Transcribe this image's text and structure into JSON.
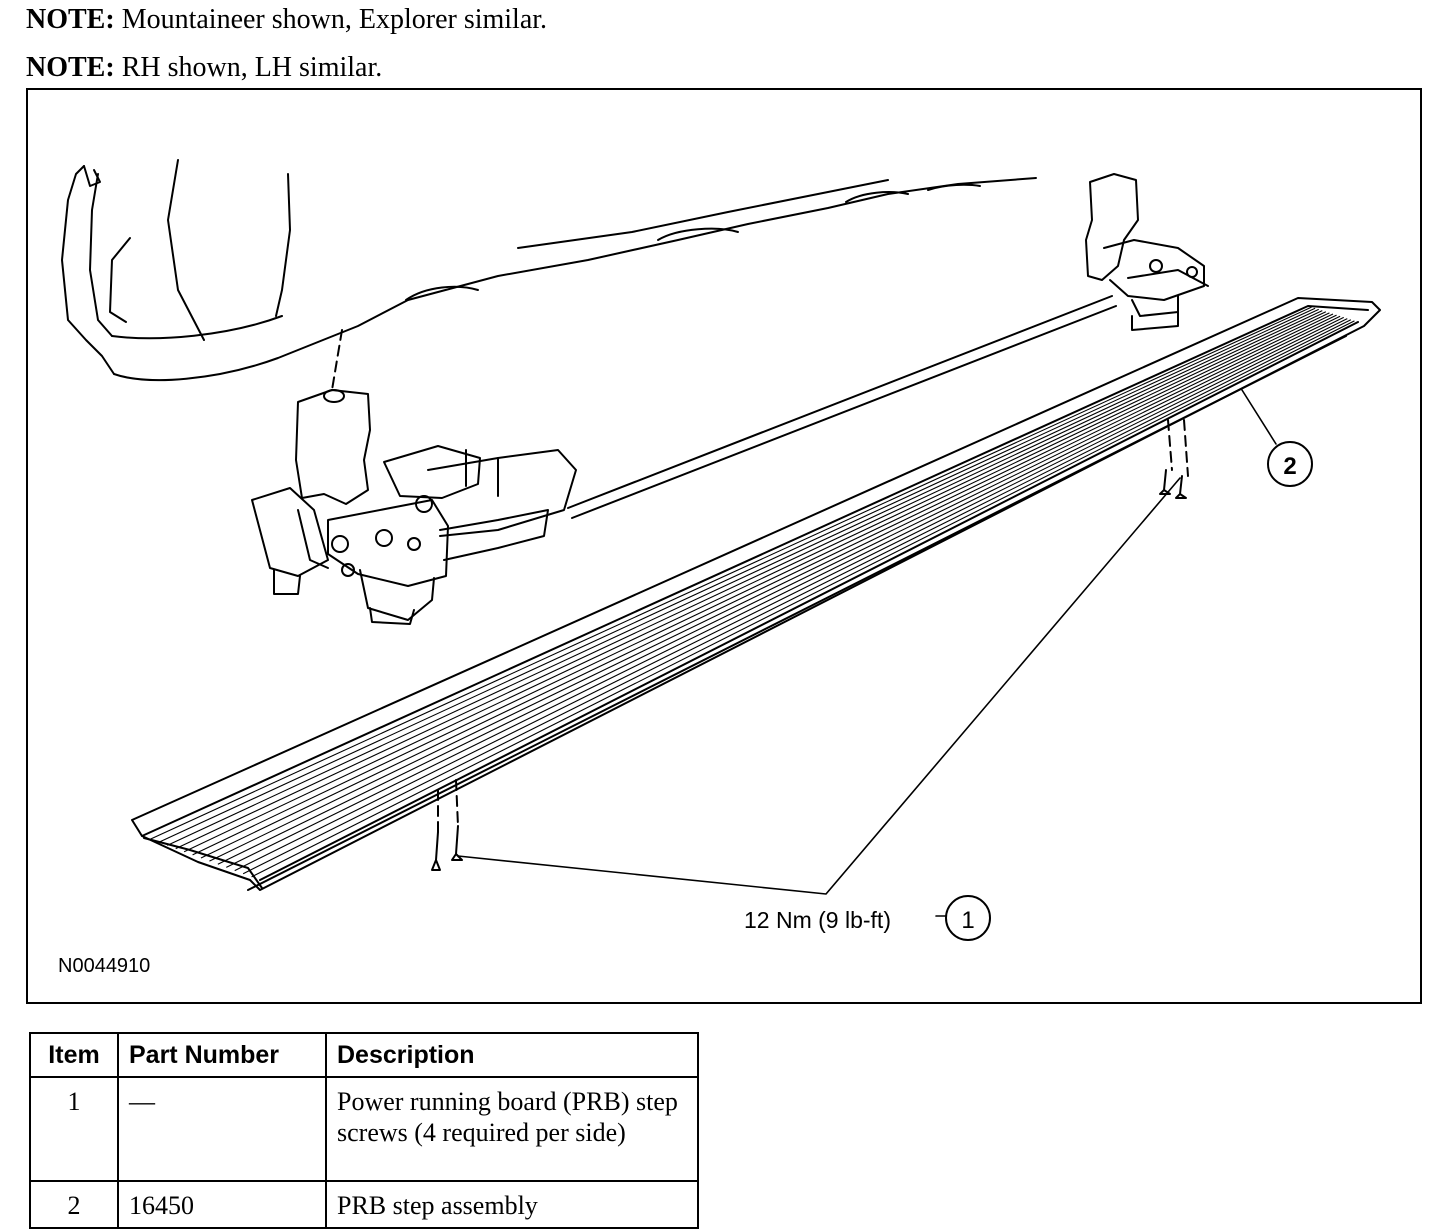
{
  "notes": [
    {
      "label": "NOTE:",
      "text": "Mountaineer shown, Explorer similar."
    },
    {
      "label": "NOTE:",
      "text": "RH shown, LH similar."
    }
  ],
  "figure": {
    "id": "N0044910",
    "torque_callout": "12 Nm (9 lb-ft)",
    "callouts": [
      "1",
      "2"
    ]
  },
  "table": {
    "headers": [
      "Item",
      "Part Number",
      "Description"
    ],
    "rows": [
      {
        "item": "1",
        "part_number": "—",
        "description": "Power running board (PRB) step screws (4 required per side)"
      },
      {
        "item": "2",
        "part_number": "16450",
        "description": "PRB step assembly"
      }
    ]
  }
}
